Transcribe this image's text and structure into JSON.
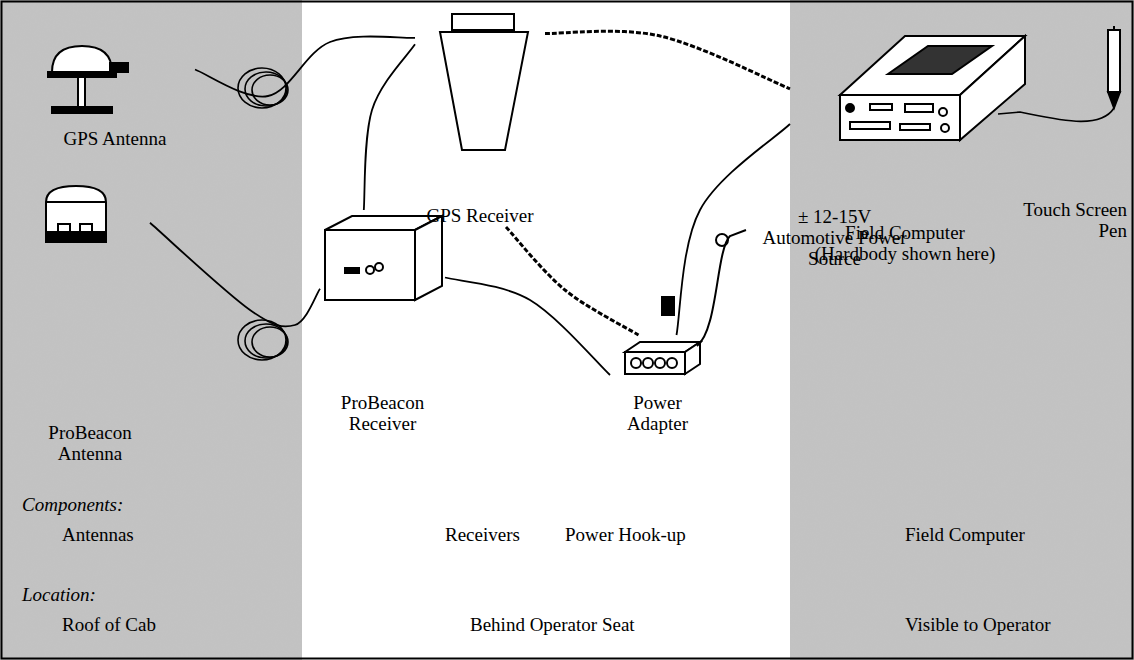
{
  "diagram": {
    "nodes": [
      {
        "text": [
          "GPS Antenna"
        ]
      },
      {
        "text": [
          "GPS Receiver"
        ]
      },
      {
        "text": [
          "Field Computer",
          "(Hardbody shown here)"
        ]
      },
      {
        "text": [
          "ProBeacon Antenna"
        ]
      },
      {
        "text": [
          "ProBeacon Receiver"
        ]
      },
      {
        "text": [
          "Power Adapter"
        ]
      }
    ],
    "edges": [
      {
        "from": 0,
        "to": 1,
        "arrow": "none"
      },
      {
        "from": 3,
        "to": 4,
        "arrow": "none"
      },
      {
        "from": 4,
        "to": 1,
        "arrow": "none"
      },
      {
        "from": 1,
        "to": 2,
        "arrow": "none"
      },
      {
        "from": 1,
        "to": 5,
        "arrow": "none"
      },
      {
        "from": 4,
        "to": 5,
        "arrow": "none"
      },
      {
        "from": 5,
        "to": 2,
        "arrow": "none"
      }
    ],
    "labels": [
      "± 12-15V Automotive Power Source",
      "Touch Screen Pen",
      "Components:",
      "Antennas",
      "Receivers",
      "Power Hook-up",
      "Field Computer",
      "Location:",
      "Roof of Cab",
      "Behind Operator Seat",
      "Visible to Operator"
    ]
  }
}
